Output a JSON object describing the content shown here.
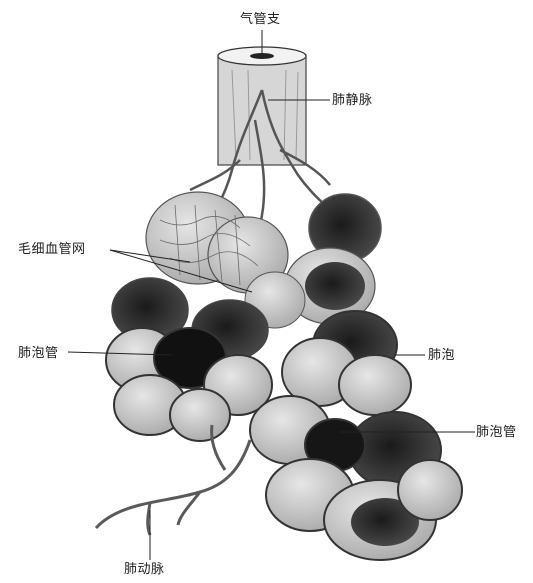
{
  "labels": {
    "bronchiole": "气管支",
    "pulmonary_vein": "肺静脉",
    "capillary_network": "毛细血管网",
    "alveolar_duct_left": "肺泡管",
    "alveolus": "肺泡",
    "alveolar_duct_right": "肺泡管",
    "pulmonary_artery": "肺动脉"
  },
  "colors": {
    "ink": "#1a1a1a",
    "tissue": "#cfcfcf",
    "dark_cavity": "#2b2b2b"
  }
}
